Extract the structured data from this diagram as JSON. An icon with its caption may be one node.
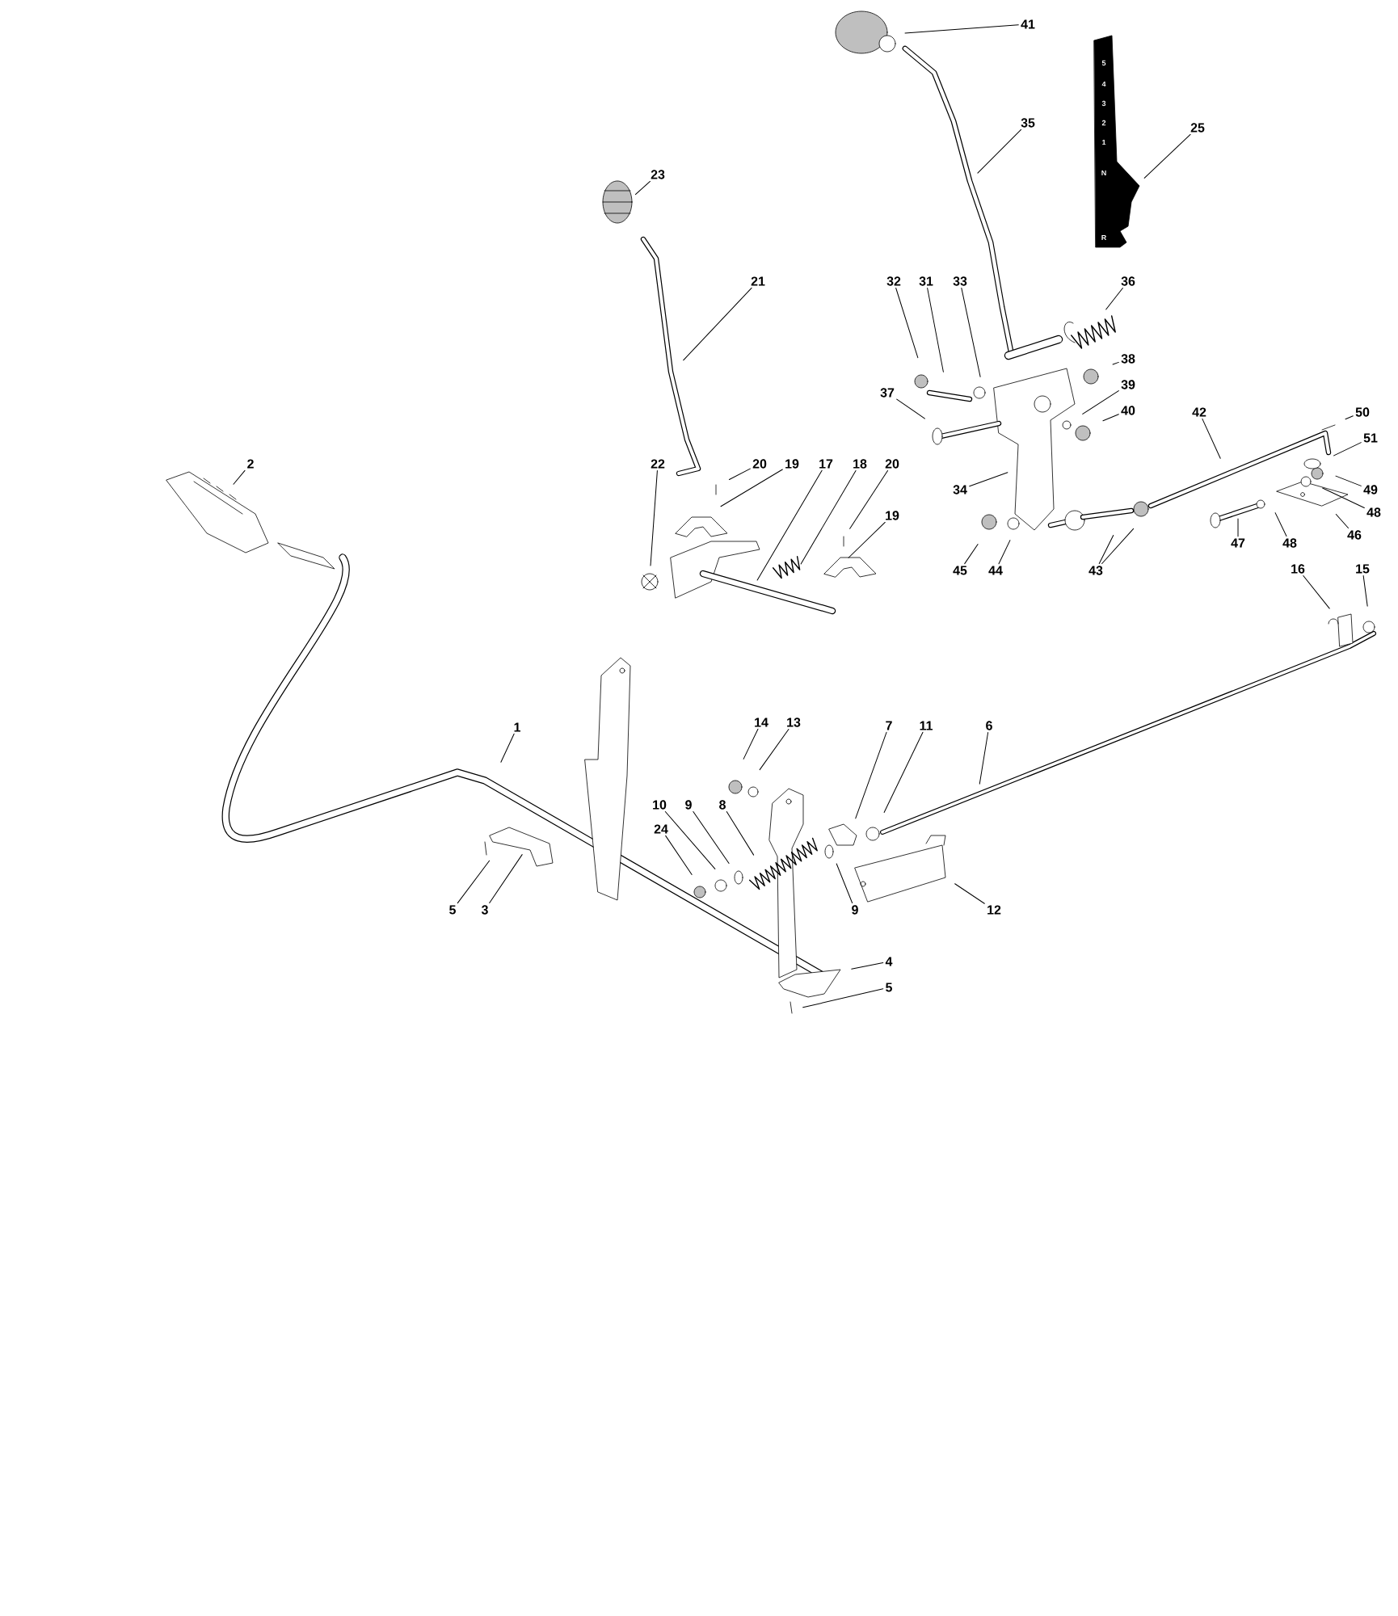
{
  "diagram": {
    "nodes": [
      {
        "text": [
          "41"
        ]
      },
      {
        "text": [
          "35"
        ]
      },
      {
        "text": [
          "25"
        ]
      },
      {
        "text": [
          "23"
        ]
      },
      {
        "text": [
          "21"
        ]
      },
      {
        "text": [
          "32"
        ]
      },
      {
        "text": [
          "31"
        ]
      },
      {
        "text": [
          "33"
        ]
      },
      {
        "text": [
          "36"
        ]
      },
      {
        "text": [
          "38"
        ]
      },
      {
        "text": [
          "37"
        ]
      },
      {
        "text": [
          "39"
        ]
      },
      {
        "text": [
          "40"
        ]
      },
      {
        "text": [
          "42"
        ]
      },
      {
        "text": [
          "50"
        ]
      },
      {
        "text": [
          "51"
        ]
      },
      {
        "text": [
          "2"
        ]
      },
      {
        "text": [
          "22"
        ]
      },
      {
        "text": [
          "20"
        ]
      },
      {
        "text": [
          "19"
        ]
      },
      {
        "text": [
          "17"
        ]
      },
      {
        "text": [
          "18"
        ]
      },
      {
        "text": [
          "20"
        ]
      },
      {
        "text": [
          "34"
        ]
      },
      {
        "text": [
          "49"
        ]
      },
      {
        "text": [
          "19"
        ]
      },
      {
        "text": [
          "48"
        ]
      },
      {
        "text": [
          "47"
        ]
      },
      {
        "text": [
          "48"
        ]
      },
      {
        "text": [
          "46"
        ]
      },
      {
        "text": [
          "45"
        ]
      },
      {
        "text": [
          "44"
        ]
      },
      {
        "text": [
          "43"
        ]
      },
      {
        "text": [
          "16"
        ]
      },
      {
        "text": [
          "15"
        ]
      },
      {
        "text": [
          "14"
        ]
      },
      {
        "text": [
          "13"
        ]
      },
      {
        "text": [
          "7"
        ]
      },
      {
        "text": [
          "11"
        ]
      },
      {
        "text": [
          "6"
        ]
      },
      {
        "text": [
          "1"
        ]
      },
      {
        "text": [
          "10"
        ]
      },
      {
        "text": [
          "9"
        ]
      },
      {
        "text": [
          "8"
        ]
      },
      {
        "text": [
          "24"
        ]
      },
      {
        "text": [
          "5"
        ]
      },
      {
        "text": [
          "3"
        ]
      },
      {
        "text": [
          "9"
        ]
      },
      {
        "text": [
          "12"
        ]
      },
      {
        "text": [
          "4"
        ]
      },
      {
        "text": [
          "5"
        ]
      }
    ],
    "edges": [
      {
        "from": 0,
        "to": null,
        "arrow": "none"
      },
      {
        "from": 1,
        "to": null,
        "arrow": "none"
      },
      {
        "from": 2,
        "to": null,
        "arrow": "none"
      },
      {
        "from": 3,
        "to": null,
        "arrow": "none"
      },
      {
        "from": 4,
        "to": null,
        "arrow": "none"
      },
      {
        "from": 5,
        "to": null,
        "arrow": "none"
      },
      {
        "from": 6,
        "to": null,
        "arrow": "none"
      },
      {
        "from": 7,
        "to": null,
        "arrow": "none"
      },
      {
        "from": 8,
        "to": null,
        "arrow": "none"
      },
      {
        "from": 9,
        "to": null,
        "arrow": "none"
      },
      {
        "from": 10,
        "to": null,
        "arrow": "none"
      },
      {
        "from": 11,
        "to": null,
        "arrow": "none"
      },
      {
        "from": 12,
        "to": null,
        "arrow": "none"
      },
      {
        "from": 13,
        "to": null,
        "arrow": "none"
      },
      {
        "from": 14,
        "to": null,
        "arrow": "none"
      },
      {
        "from": 15,
        "to": null,
        "arrow": "none"
      },
      {
        "from": 16,
        "to": null,
        "arrow": "none"
      },
      {
        "from": 17,
        "to": null,
        "arrow": "none"
      },
      {
        "from": 18,
        "to": null,
        "arrow": "none"
      },
      {
        "from": 19,
        "to": null,
        "arrow": "none"
      },
      {
        "from": 20,
        "to": null,
        "arrow": "none"
      },
      {
        "from": 21,
        "to": null,
        "arrow": "none"
      },
      {
        "from": 22,
        "to": null,
        "arrow": "none"
      },
      {
        "from": 23,
        "to": null,
        "arrow": "none"
      },
      {
        "from": 24,
        "to": null,
        "arrow": "none"
      },
      {
        "from": 25,
        "to": null,
        "arrow": "none"
      },
      {
        "from": 26,
        "to": null,
        "arrow": "none"
      },
      {
        "from": 27,
        "to": null,
        "arrow": "none"
      },
      {
        "from": 28,
        "to": null,
        "arrow": "none"
      },
      {
        "from": 29,
        "to": null,
        "arrow": "none"
      },
      {
        "from": 30,
        "to": null,
        "arrow": "none"
      },
      {
        "from": 31,
        "to": null,
        "arrow": "none"
      },
      {
        "from": 32,
        "to": null,
        "arrow": "none"
      },
      {
        "from": 32,
        "to": null,
        "arrow": "none"
      },
      {
        "from": 33,
        "to": null,
        "arrow": "none"
      },
      {
        "from": 34,
        "to": null,
        "arrow": "none"
      },
      {
        "from": 35,
        "to": null,
        "arrow": "none"
      },
      {
        "from": 36,
        "to": null,
        "arrow": "none"
      },
      {
        "from": 37,
        "to": null,
        "arrow": "none"
      },
      {
        "from": 38,
        "to": null,
        "arrow": "none"
      },
      {
        "from": 39,
        "to": null,
        "arrow": "none"
      },
      {
        "from": 40,
        "to": null,
        "arrow": "none"
      },
      {
        "from": 41,
        "to": null,
        "arrow": "none"
      },
      {
        "from": 42,
        "to": null,
        "arrow": "none"
      },
      {
        "from": 43,
        "to": null,
        "arrow": "none"
      },
      {
        "from": 44,
        "to": null,
        "arrow": "none"
      },
      {
        "from": 45,
        "to": null,
        "arrow": "none"
      },
      {
        "from": 46,
        "to": null,
        "arrow": "none"
      },
      {
        "from": 47,
        "to": null,
        "arrow": "none"
      },
      {
        "from": 48,
        "to": null,
        "arrow": "none"
      },
      {
        "from": 49,
        "to": null,
        "arrow": "none"
      },
      {
        "from": 50,
        "to": null,
        "arrow": "none"
      }
    ],
    "labels": [
      "5",
      "4",
      "3",
      "2",
      "1",
      "N",
      "R"
    ]
  }
}
